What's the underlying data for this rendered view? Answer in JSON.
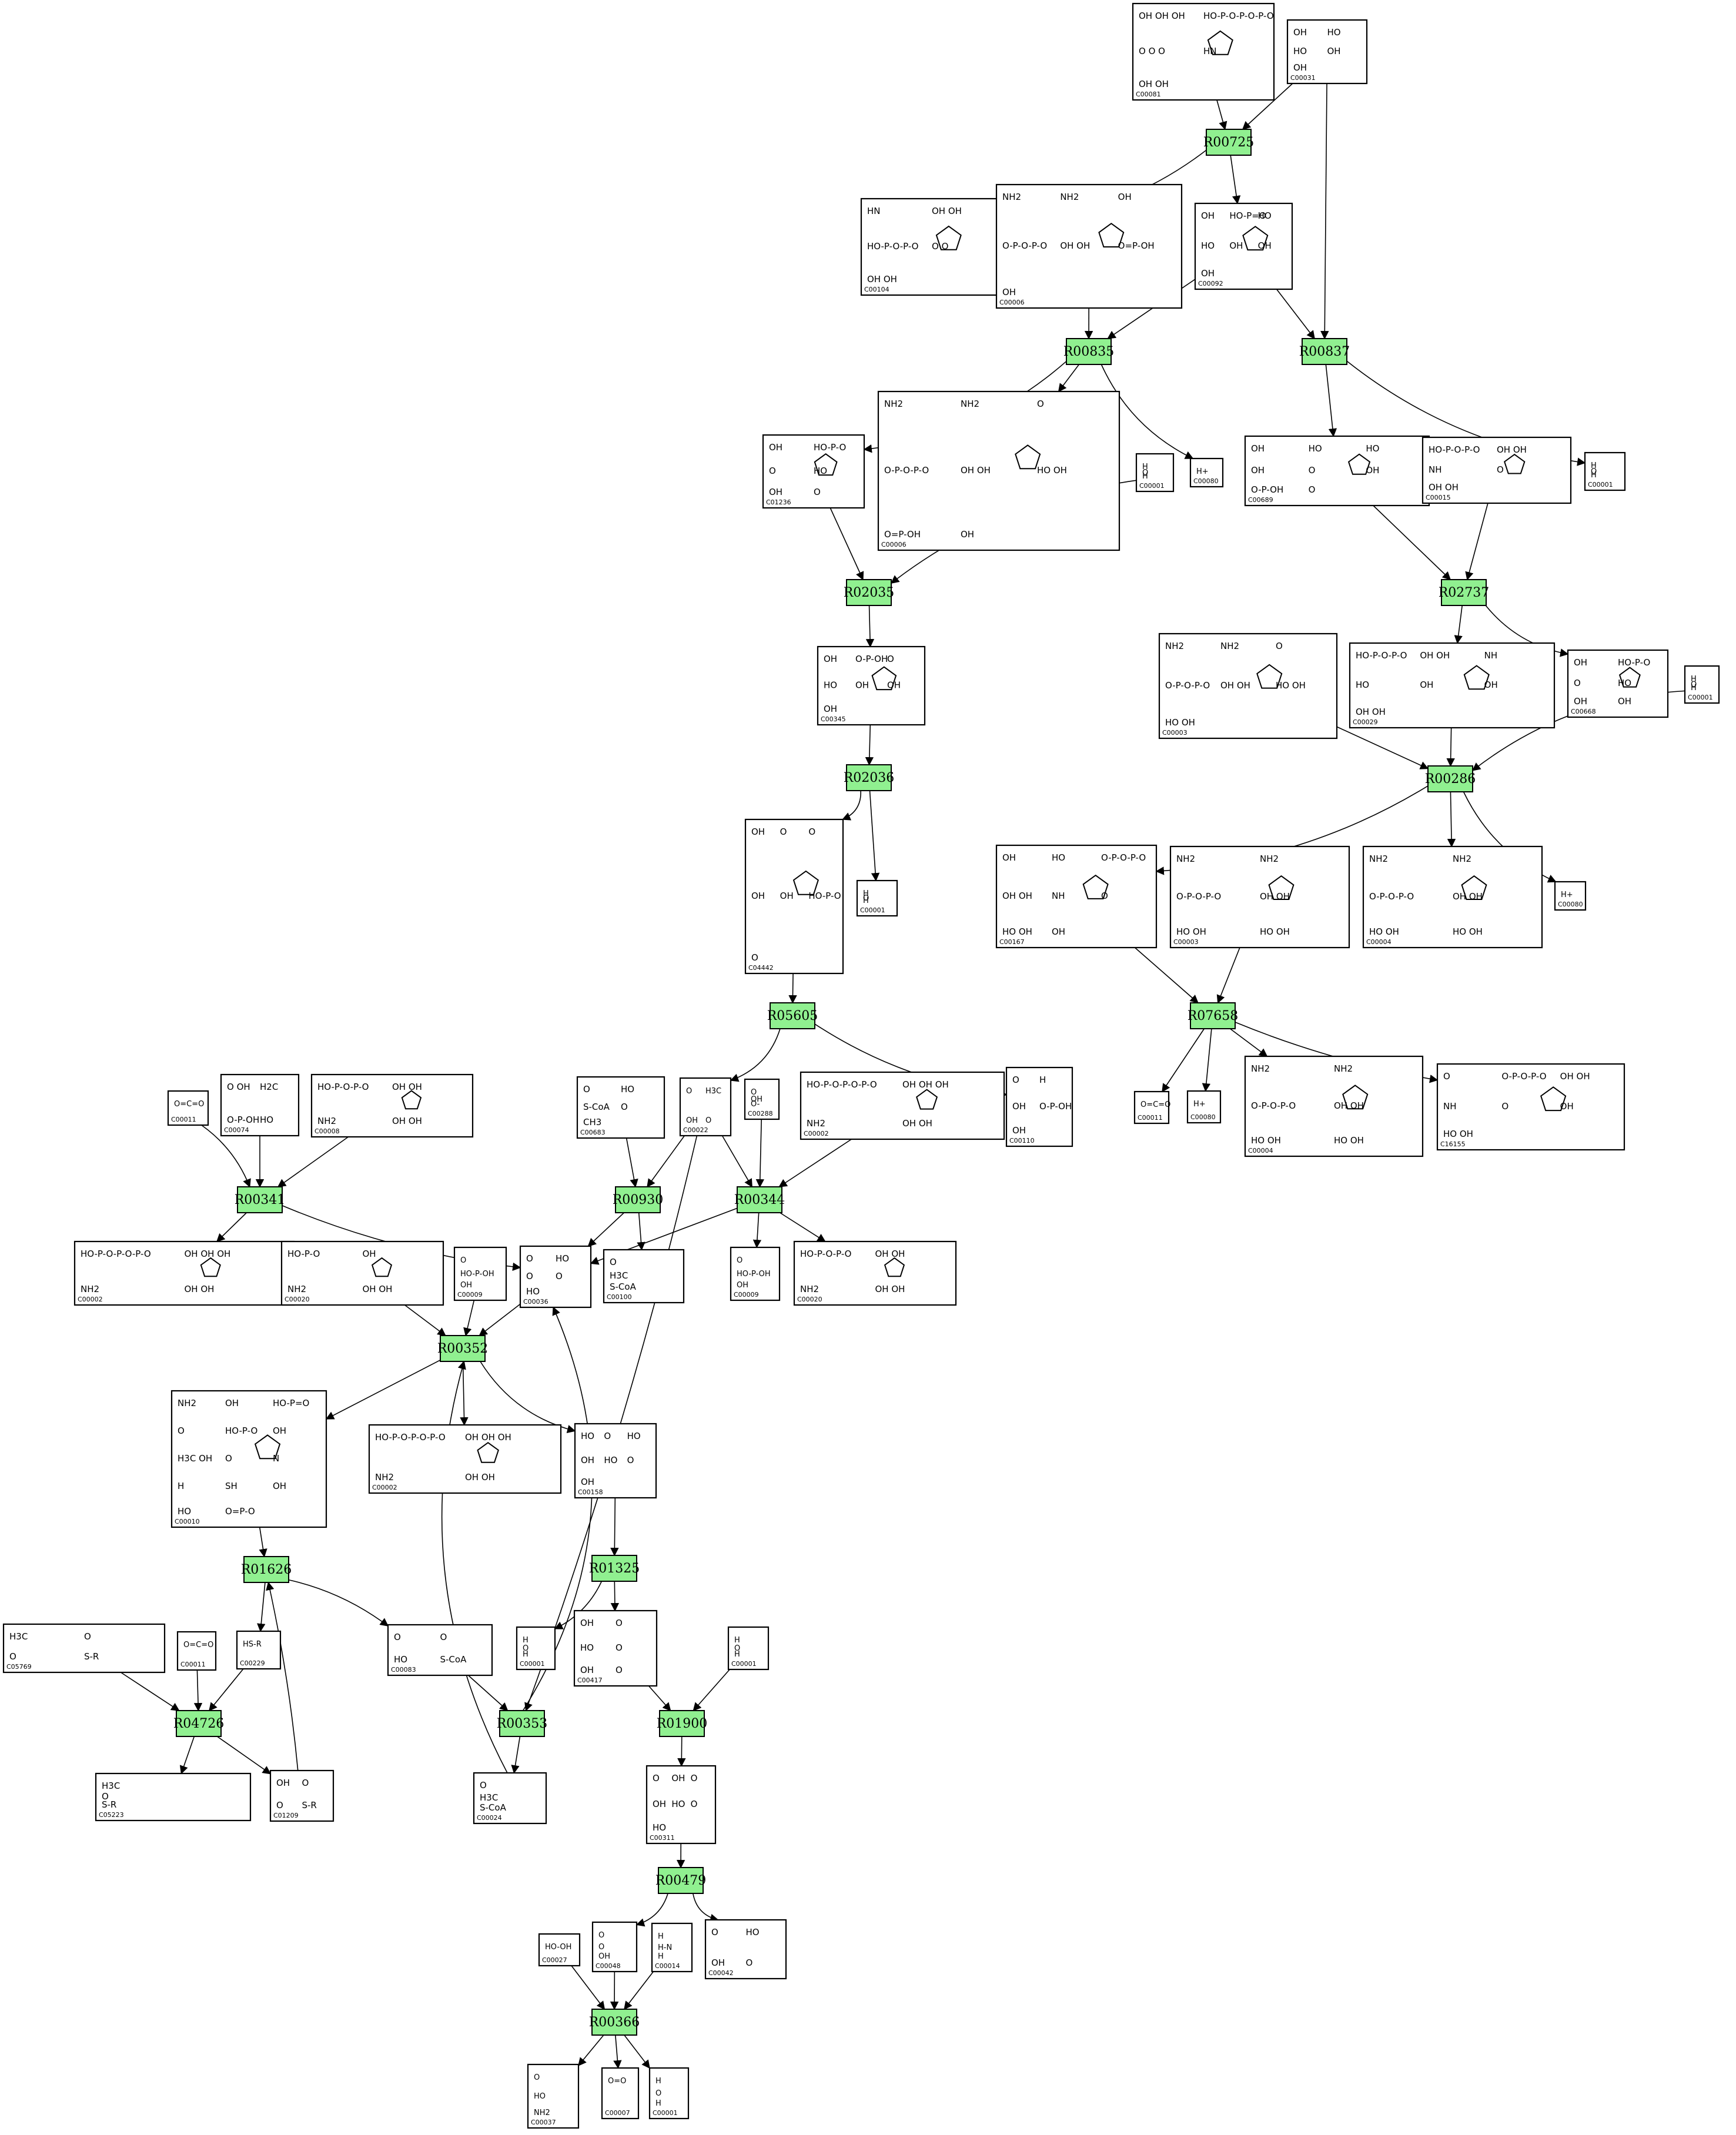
{
  "reactions": [
    {
      "id": "R00725",
      "label": "R00725"
    },
    {
      "id": "R00835",
      "label": "R00835"
    },
    {
      "id": "R00837",
      "label": "R00837"
    },
    {
      "id": "R02035",
      "label": "R02035"
    },
    {
      "id": "R02737",
      "label": "R02737"
    },
    {
      "id": "R02036",
      "label": "R02036"
    },
    {
      "id": "R00286",
      "label": "R00286"
    },
    {
      "id": "R05605",
      "label": "R05605"
    },
    {
      "id": "R07658",
      "label": "R07658"
    },
    {
      "id": "R00341",
      "label": "R00341"
    },
    {
      "id": "R00930",
      "label": "R00930"
    },
    {
      "id": "R00344",
      "label": "R00344"
    },
    {
      "id": "R00352",
      "label": "R00352"
    },
    {
      "id": "R01626",
      "label": "R01626"
    },
    {
      "id": "R01325",
      "label": "R01325"
    },
    {
      "id": "R04726",
      "label": "R04726"
    },
    {
      "id": "R00353",
      "label": "R00353"
    },
    {
      "id": "R01900",
      "label": "R01900"
    },
    {
      "id": "R00479",
      "label": "R00479"
    },
    {
      "id": "R00366",
      "label": "R00366"
    }
  ],
  "compounds": [
    {
      "key": "c00081",
      "label": "C00081",
      "fragments": [
        "OH  OH  OH",
        "HO-P-O-P-O-P-O",
        "O    O    O",
        "HN",
        "OH  OH"
      ]
    },
    {
      "key": "c00031",
      "label": "C00031",
      "fragments": [
        "OH",
        "HO",
        "HO",
        "OH",
        "OH"
      ]
    },
    {
      "key": "c00104",
      "label": "C00104",
      "fragments": [
        "HN",
        "OH  OH",
        "HO-P-O-P-O",
        "O    O",
        "OH  OH"
      ]
    },
    {
      "key": "c00006a",
      "label": "C00006",
      "fragments": [
        "NH2",
        "NH2",
        "OH",
        "O-P-O-P-O",
        "OH  OH",
        "O=P-OH",
        "OH"
      ]
    },
    {
      "key": "c00092",
      "label": "C00092",
      "fragments": [
        "OH",
        "HO-P=O",
        "HO",
        "HO",
        "OH",
        "OH",
        "OH"
      ]
    },
    {
      "key": "c01236",
      "label": "C01236",
      "fragments": [
        "OH",
        "HO-P-O",
        "O",
        "HO",
        "OH",
        "O"
      ]
    },
    {
      "key": "c00006b",
      "label": "C00006",
      "fragments": [
        "NH2",
        "NH2",
        "O",
        "O-P-O-P-O",
        "OH   OH",
        "HO   OH",
        "O=P-OH",
        "OH"
      ]
    },
    {
      "key": "c00001a",
      "label": "C00001",
      "fragments": [
        "H",
        "O",
        "H"
      ]
    },
    {
      "key": "c00080a",
      "label": "C00080",
      "fragments": [
        "H+"
      ]
    },
    {
      "key": "c00689",
      "label": "C00689",
      "fragments": [
        "OH",
        "HO",
        "HO",
        "OH",
        "O",
        "OH",
        "O-P-OH",
        "O"
      ]
    },
    {
      "key": "c00015",
      "label": "C00015",
      "fragments": [
        "HO-P-O-P-O",
        "OH  OH",
        "NH",
        "O",
        "OH  OH"
      ]
    },
    {
      "key": "c00001b",
      "label": "C00001",
      "fragments": [
        "H",
        "O",
        "H"
      ]
    },
    {
      "key": "c00345",
      "label": "C00345",
      "fragments": [
        "OH",
        "O-P-OH",
        "O",
        "HO",
        "OH",
        "OH",
        "OH"
      ]
    },
    {
      "key": "c00003a",
      "label": "C00003",
      "fragments": [
        "NH2",
        "NH2",
        "O",
        "O-P-O-P-O",
        "OH  OH",
        "HO  OH",
        "HO  OH"
      ]
    },
    {
      "key": "c00029",
      "label": "C00029",
      "fragments": [
        "HO-P-O-P-O",
        "OH  OH",
        "NH",
        "HO",
        "OH",
        "OH",
        "OH  OH"
      ]
    },
    {
      "key": "c00668",
      "label": "C00668",
      "fragments": [
        "OH",
        "HO-P-O",
        "O",
        "HO",
        "OH",
        "OH"
      ]
    },
    {
      "key": "c00001c",
      "label": "C00001",
      "fragments": [
        "H",
        "O",
        "H"
      ]
    },
    {
      "key": "c04442",
      "label": "C04442",
      "fragments": [
        "OH",
        "O",
        "O",
        "OH",
        "OH",
        "HO-P-O",
        "O"
      ]
    },
    {
      "key": "c00001d",
      "label": "C00001",
      "fragments": [
        "H",
        "O",
        "H"
      ]
    },
    {
      "key": "c00167",
      "label": "C00167",
      "fragments": [
        "OH",
        "HO",
        "O-P-O-P-O",
        "OH  OH",
        "NH",
        "O",
        "HO  OH",
        "OH"
      ]
    },
    {
      "key": "c00003b",
      "label": "C00003",
      "fragments": [
        "NH2",
        "NH2",
        "O-P-O-P-O",
        "OH  OH",
        "HO  OH",
        "HO  OH"
      ]
    },
    {
      "key": "c00004a",
      "label": "C00004",
      "fragments": [
        "NH2",
        "NH2",
        "O-P-O-P-O",
        "OH  OH",
        "HO  OH",
        "HO  OH"
      ]
    },
    {
      "key": "c00080b",
      "label": "C00080",
      "fragments": [
        "H+"
      ]
    },
    {
      "key": "c00011a",
      "label": "C00011",
      "fragments": [
        "O=C=O"
      ]
    },
    {
      "key": "c00074",
      "label": "C00074",
      "fragments": [
        "O  OH",
        "H2C",
        "O-P-OH",
        "HO"
      ]
    },
    {
      "key": "c00008",
      "label": "C00008",
      "fragments": [
        "HO-P-O-P-O",
        "OH  OH",
        "NH2",
        "OH  OH"
      ]
    },
    {
      "key": "c00683",
      "label": "C00683",
      "fragments": [
        "O",
        "HO",
        "S-CoA",
        "O",
        "CH3"
      ]
    },
    {
      "key": "c00022",
      "label": "C00022",
      "fragments": [
        "O",
        "H3C",
        "OH",
        "O"
      ]
    },
    {
      "key": "c00288",
      "label": "C00288",
      "fragments": [
        "O",
        "OH",
        "O-"
      ]
    },
    {
      "key": "c00002a",
      "label": "C00002",
      "fragments": [
        "HO-P-O-P-O-P-O",
        "OH  OH  OH",
        "NH2",
        "OH  OH"
      ]
    },
    {
      "key": "c00110",
      "label": "C00110",
      "fragments": [
        "O",
        "H",
        "OH",
        "O-P-OH",
        "OH"
      ]
    },
    {
      "key": "c00011b",
      "label": "C00011",
      "fragments": [
        "O=C=O"
      ]
    },
    {
      "key": "c00080c",
      "label": "C00080",
      "fragments": [
        "H+"
      ]
    },
    {
      "key": "c00004b",
      "label": "C00004",
      "fragments": [
        "NH2",
        "NH2",
        "O-P-O-P-O",
        "OH  OH",
        "HO  OH",
        "HO  OH"
      ]
    },
    {
      "key": "c16155",
      "label": "C16155",
      "fragments": [
        "O",
        "O-P-O-P-O",
        "OH  OH",
        "NH",
        "O",
        "OH",
        "HO  OH"
      ]
    },
    {
      "key": "c00002b",
      "label": "C00002",
      "fragments": [
        "HO-P-O-P-O-P-O",
        "OH  OH  OH",
        "NH2",
        "OH  OH"
      ]
    },
    {
      "key": "c00020",
      "label": "C00020",
      "fragments": [
        "HO-P-O",
        "OH",
        "NH2",
        "OH  OH"
      ]
    },
    {
      "key": "c00009a",
      "label": "C00009",
      "fragments": [
        "O",
        "HO-P-OH",
        "OH"
      ]
    },
    {
      "key": "c00036",
      "label": "C00036",
      "fragments": [
        "O",
        "HO",
        "O",
        "O",
        "HO"
      ]
    },
    {
      "key": "c00100",
      "label": "C00100",
      "fragments": [
        "O",
        "H3C",
        "S-CoA"
      ]
    },
    {
      "key": "c00009b",
      "label": "C00009",
      "fragments": [
        "O",
        "HO-P-OH",
        "OH"
      ]
    },
    {
      "key": "c00020b",
      "label": "C00020",
      "fragments": [
        "HO-P-O-P-O",
        "OH  OH",
        "NH2",
        "OH  OH"
      ]
    },
    {
      "key": "c00010",
      "label": "C00010",
      "fragments": [
        "NH2",
        "OH",
        "HO-P=O",
        "O",
        "HO-P-O",
        "OH",
        "H3C  OH",
        "O",
        "N",
        "H",
        "SH",
        "OH",
        "HO",
        "O=P-O"
      ]
    },
    {
      "key": "c00002c",
      "label": "C00002",
      "fragments": [
        "HO-P-O-P-O-P-O",
        "OH  OH  OH",
        "NH2",
        "OH  OH"
      ]
    },
    {
      "key": "c00158",
      "label": "C00158",
      "fragments": [
        "HO",
        "O",
        "HO",
        "OH",
        "HO",
        "O",
        "OH"
      ]
    },
    {
      "key": "c05769",
      "label": "C05769",
      "fragments": [
        "H3C",
        "O",
        "O",
        "S-R"
      ]
    },
    {
      "key": "c00011c",
      "label": "C00011",
      "fragments": [
        "O=C=O"
      ]
    },
    {
      "key": "c00229",
      "label": "C00229",
      "fragments": [
        "HS-R"
      ]
    },
    {
      "key": "c00083",
      "label": "C00083",
      "fragments": [
        "O",
        "O",
        "HO",
        "S-CoA"
      ]
    },
    {
      "key": "c00001e",
      "label": "C00001",
      "fragments": [
        "H",
        "O",
        "H"
      ]
    },
    {
      "key": "c00417",
      "label": "C00417",
      "fragments": [
        "OH",
        "O",
        "HO",
        "O",
        "OH",
        "O"
      ]
    },
    {
      "key": "c00001f",
      "label": "C00001",
      "fragments": [
        "H",
        "O",
        "H"
      ]
    },
    {
      "key": "c05223",
      "label": "C05223",
      "fragments": [
        "H3C",
        "O",
        "S-R"
      ]
    },
    {
      "key": "c01209",
      "label": "C01209",
      "fragments": [
        "OH",
        "O",
        "O",
        "S-R"
      ]
    },
    {
      "key": "c00024",
      "label": "C00024",
      "fragments": [
        "O",
        "H3C",
        "S-CoA"
      ]
    },
    {
      "key": "c00311",
      "label": "C00311",
      "fragments": [
        "O",
        "OH",
        "O",
        "OH",
        "HO",
        "O",
        "HO"
      ]
    },
    {
      "key": "c00027",
      "label": "C00027",
      "fragments": [
        "HO-OH"
      ]
    },
    {
      "key": "c00048",
      "label": "C00048",
      "fragments": [
        "O",
        "O",
        "OH"
      ]
    },
    {
      "key": "c00014",
      "label": "C00014",
      "fragments": [
        "H",
        "H-N",
        "H"
      ]
    },
    {
      "key": "c00042",
      "label": "C00042",
      "fragments": [
        "O",
        "HO",
        "OH",
        "O"
      ]
    },
    {
      "key": "c00037",
      "label": "C00037",
      "fragments": [
        "O",
        "HO",
        "NH2"
      ]
    },
    {
      "key": "c00007",
      "label": "C00007",
      "fragments": [
        "O=O"
      ]
    },
    {
      "key": "c00001g",
      "label": "C00001",
      "fragments": [
        "H",
        "O",
        "H"
      ]
    }
  ]
}
